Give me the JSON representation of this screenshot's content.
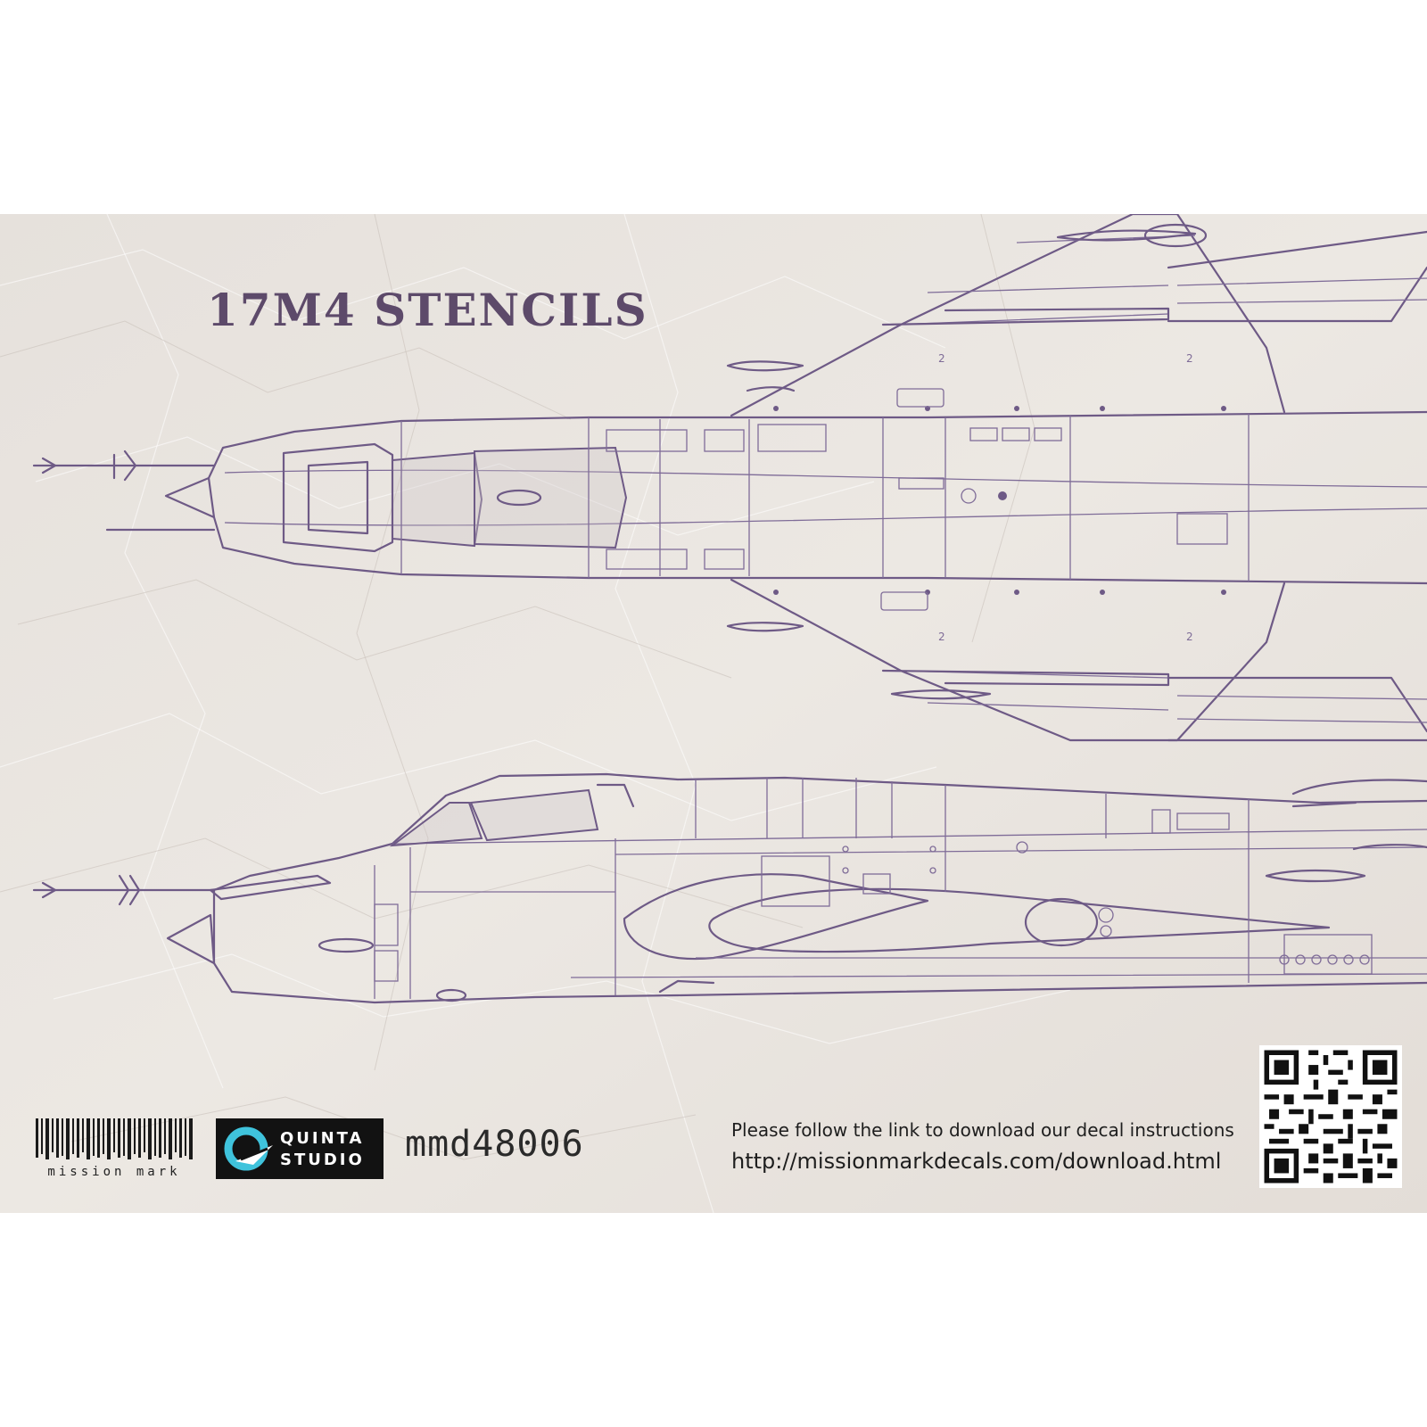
{
  "sheet": {
    "title": "17M4 STENCILS",
    "ink_color": "#6e5a86",
    "paper_color": "#e9e4df"
  },
  "drawings": {
    "top_view_markings": [
      "2",
      "2",
      "2",
      "2"
    ],
    "side_view": true
  },
  "footer": {
    "mission_mark_logo": {
      "wordmark": "mission mark"
    },
    "quinta_logo": {
      "line1": "QUINTA",
      "line2": "STUDIO",
      "accent_color": "#3fc3dc"
    },
    "product_code": "mmd48006",
    "instructions_text": "Please follow the link to download our decal instructions",
    "instructions_url": "http://missionmarkdecals.com/download.html",
    "qr_icon": "qr-code-icon"
  }
}
